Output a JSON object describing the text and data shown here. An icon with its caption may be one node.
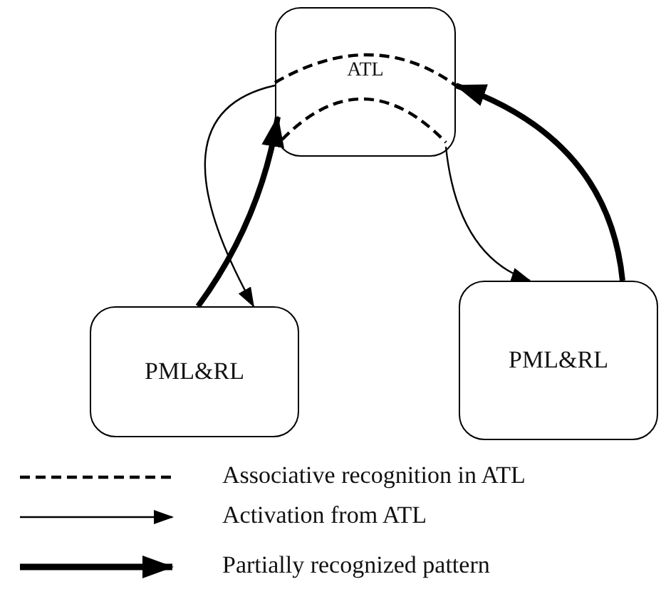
{
  "diagram": {
    "nodes": [
      {
        "text": [
          "ATL"
        ]
      },
      {
        "text": [
          "PML&RL"
        ]
      },
      {
        "text": [
          "PML&RL"
        ]
      }
    ],
    "edges": [
      {
        "from": 0,
        "to": 1,
        "arrow": "to"
      },
      {
        "from": 1,
        "to": 0,
        "arrow": "to",
        "style": "thick"
      },
      {
        "from": 0,
        "to": 2,
        "arrow": "to"
      },
      {
        "from": 2,
        "to": 0,
        "arrow": "to",
        "style": "thick"
      }
    ],
    "legend": [
      {
        "text": "Associative recognition in ATL"
      },
      {
        "text": "Activation from ATL"
      },
      {
        "text": "Partially recognized pattern"
      }
    ]
  }
}
